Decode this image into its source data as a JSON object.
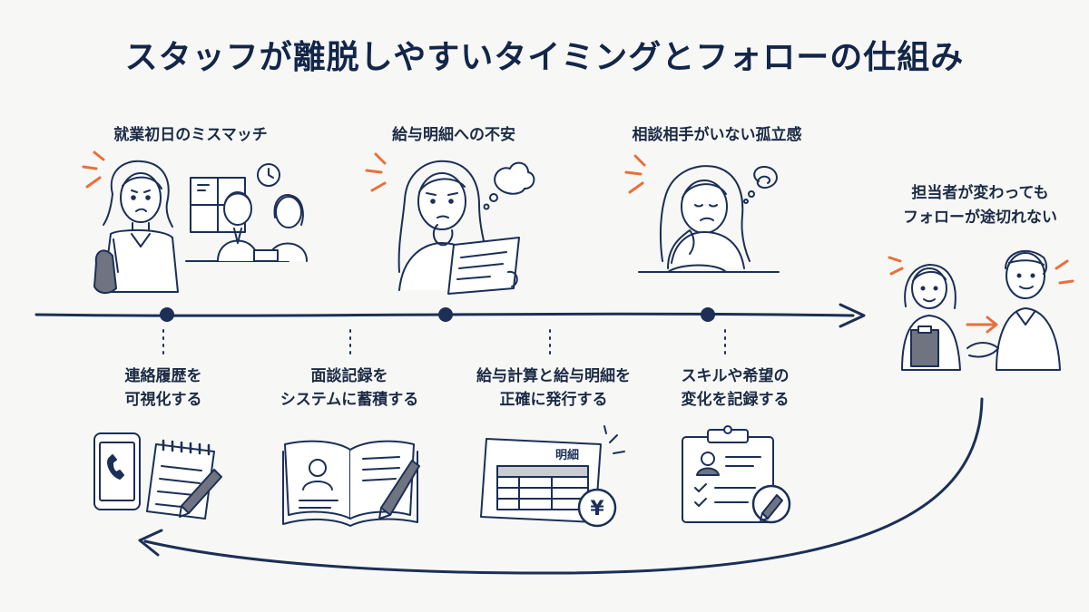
{
  "title": "スタッフが離脱しやすいタイミングとフォローの仕組み",
  "phases": [
    {
      "label": "就業初日のミスマッチ"
    },
    {
      "label": "給与明細への不安"
    },
    {
      "label": "相談相手がいない孤立感"
    }
  ],
  "follow": {
    "line1": "担当者が変わっても",
    "line2": "フォローが途切れない"
  },
  "actions": [
    {
      "line1": "連絡履歴を",
      "line2": "可視化する"
    },
    {
      "line1": "面談記録を",
      "line2": "システムに蓄積する"
    },
    {
      "line1": "給与計算と給与明細を",
      "line2": "正確に発行する"
    },
    {
      "line1": "スキルや希望の",
      "line2": "変化を記録する"
    }
  ],
  "payslip": {
    "stamp": "明細",
    "yen": "¥"
  },
  "colors": {
    "navy": "#1b2f57",
    "accent": "#e8703a",
    "background": "#f7f7f5"
  }
}
